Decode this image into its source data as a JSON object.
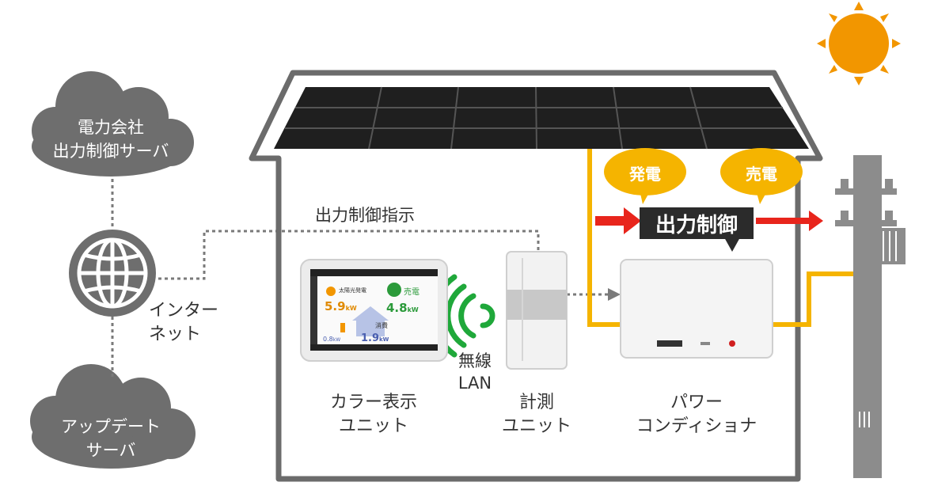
{
  "clouds": {
    "power_company": [
      "電力会社",
      "出力制御サーバ"
    ],
    "update_server": [
      "アップデート",
      "サーバ"
    ]
  },
  "internet_label": [
    "インター",
    "ネット"
  ],
  "control_instruction_label": "出力制御指示",
  "bubbles": {
    "generation": "発電",
    "selling": "売電"
  },
  "output_control_label": "出力制御",
  "wireless_label": [
    "無線",
    "LAN"
  ],
  "devices": {
    "color_display": [
      "カラー表示",
      "ユニット"
    ],
    "measurement": [
      "計測",
      "ユニット"
    ],
    "power_conditioner": [
      "パワー",
      "コンディショナ"
    ]
  },
  "display_screen": {
    "generation_label": "太陽光発電",
    "generation_value": "5.9",
    "generation_unit": "kW",
    "selling_label": "売電",
    "selling_value": "4.8",
    "selling_unit": "kW",
    "consumption_label": "消費",
    "consumption_value": "1.9",
    "consumption_unit": "kW",
    "small_value": "0.8",
    "small_unit": "kW"
  },
  "colors": {
    "cloud_gray": "#6e6e6e",
    "house_outline": "#6b6b6b",
    "wire_yellow": "#f5b400",
    "arrow_red": "#e8251c",
    "sun_orange": "#f29600",
    "wifi_green": "#1fa83a",
    "control_box": "#2b2b2b",
    "panel_black": "#1f1f1f"
  }
}
